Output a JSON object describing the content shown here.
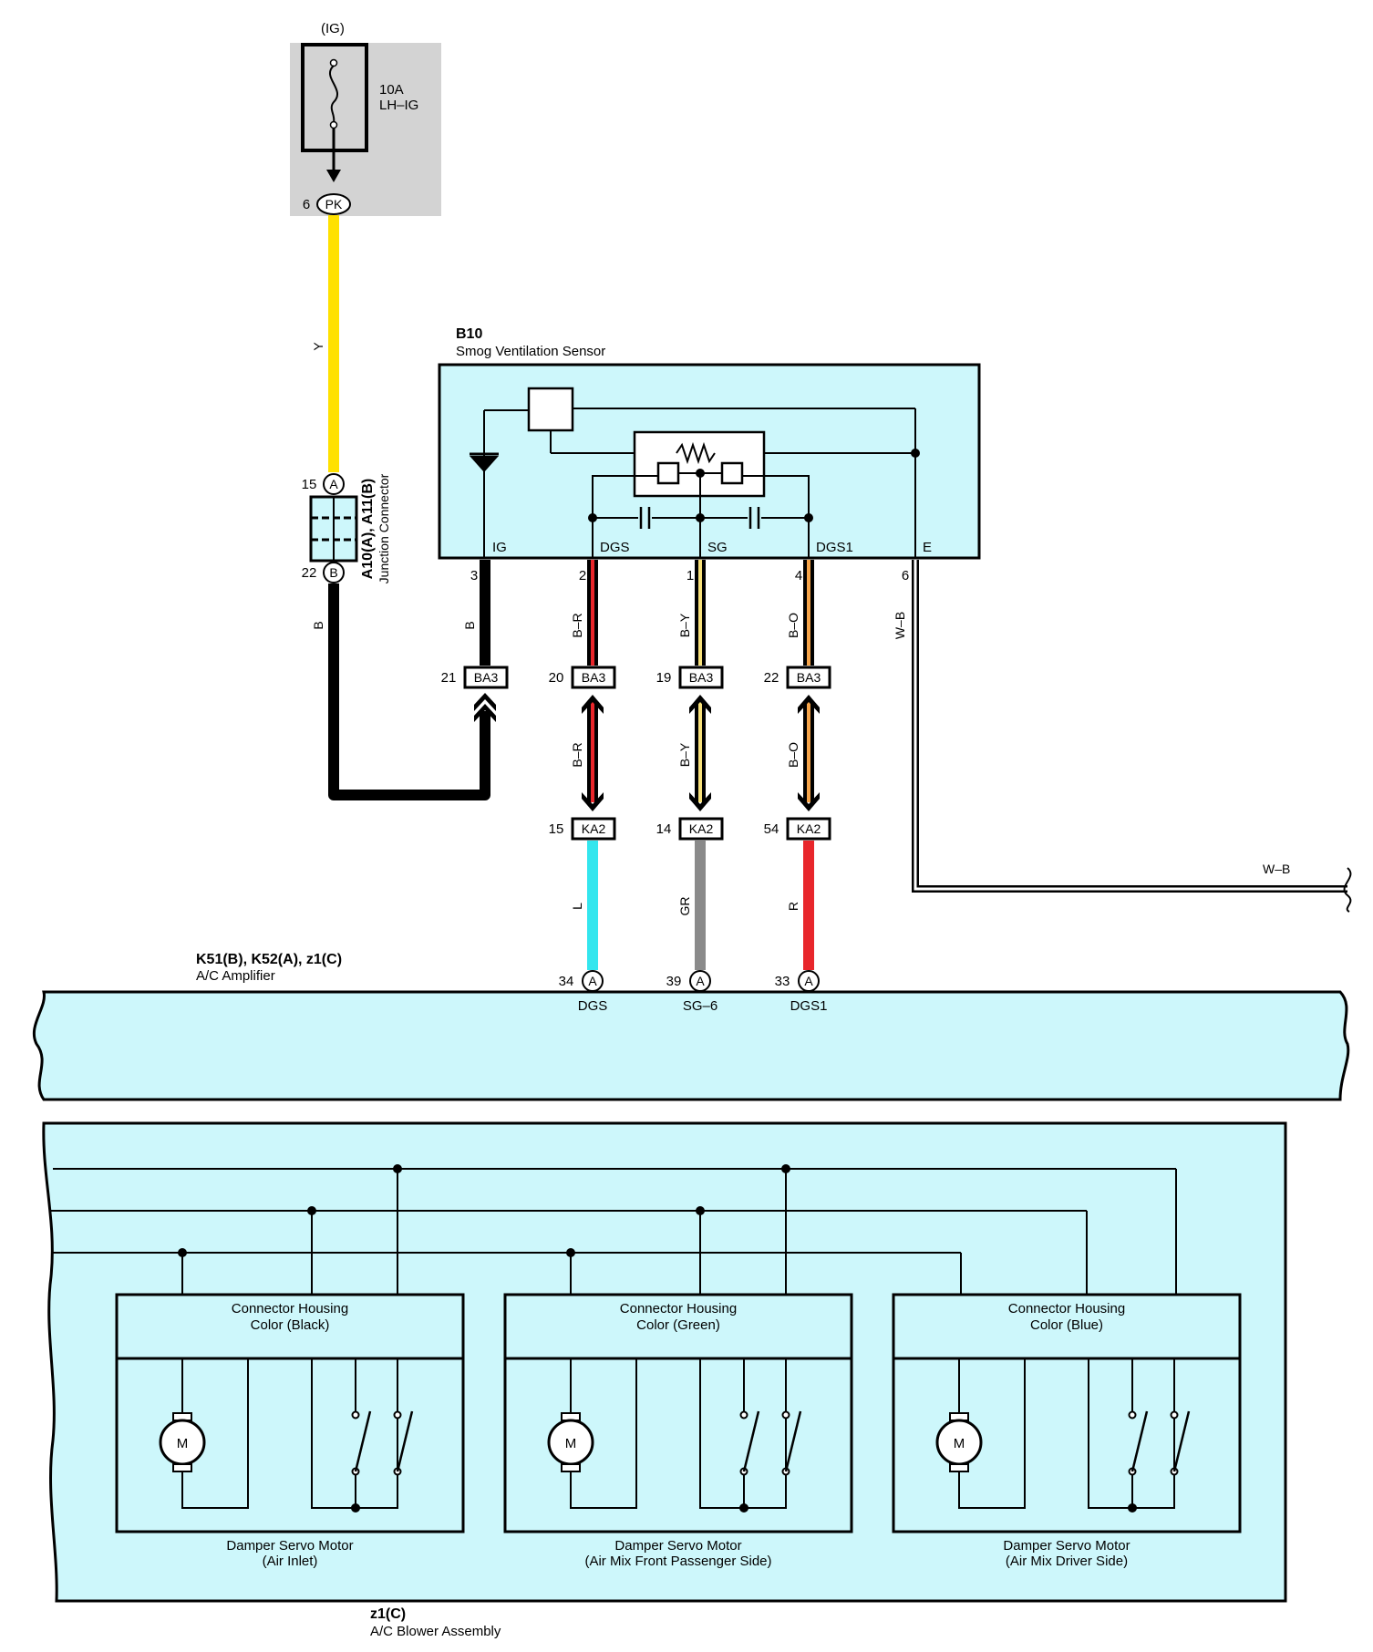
{
  "fuse": {
    "supply": "(IG)",
    "rating": "10A",
    "name": "LH–IG",
    "pin": "6",
    "connector": "PK"
  },
  "junction": {
    "id": "A10(A), A11(B)",
    "name": "Junction Connector",
    "pin_top": "15",
    "pin_top_code": "A",
    "pin_bottom": "22",
    "pin_bottom_code": "B"
  },
  "sensor": {
    "id": "B10",
    "name": "Smog Ventilation Sensor",
    "terminals": [
      "IG",
      "DGS",
      "SG",
      "DGS1",
      "E"
    ],
    "pins": [
      "3",
      "2",
      "1",
      "4",
      "6"
    ]
  },
  "wires": {
    "fuse_to_junction": "Y",
    "junction_to_ba3": "B",
    "ig_wire": "B",
    "dgs_wire": "B–R",
    "sg_wire": "B–Y",
    "dgs1_wire": "B–O",
    "ground_wire": "W–B",
    "ground_wire_end": "W–B",
    "dgs_wire_lower": "B–R",
    "sg_wire_lower": "B–Y",
    "dgs1_wire_lower": "B–O",
    "dgs_amp": "L",
    "sg_amp": "GR",
    "dgs1_amp": "R"
  },
  "ba3": {
    "code": "BA3",
    "pins": [
      "21",
      "20",
      "19",
      "22"
    ]
  },
  "ka2": {
    "code": "KA2",
    "pins": [
      "15",
      "14",
      "54"
    ]
  },
  "amplifier": {
    "id": "K51(B), K52(A), z1(C)",
    "name": "A/C Amplifier",
    "pin_code": "A",
    "pins": [
      "34",
      "39",
      "33"
    ],
    "terminals": [
      "DGS",
      "SG–6",
      "DGS1"
    ]
  },
  "blower": {
    "id": "z1(C)",
    "name": "A/C Blower Assembly",
    "housing_label": "Connector Housing",
    "motor_symbol": "M",
    "motors": [
      {
        "color": "Color (Black)",
        "title": "Damper Servo Motor",
        "subtitle": "(Air Inlet)"
      },
      {
        "color": "Color (Green)",
        "title": "Damper Servo Motor",
        "subtitle": "(Air Mix Front Passenger Side)"
      },
      {
        "color": "Color (Blue)",
        "title": "Damper Servo Motor",
        "subtitle": "(Air Mix Driver Side)"
      }
    ]
  },
  "colors": {
    "panel_fill": "#cdf7fb",
    "fuse_box": "#d3d3d3",
    "yellow": "#ffe100",
    "black": "#000000",
    "red": "#e8262b",
    "cyan": "#33e6ee",
    "gray": "#8a8a8a",
    "orange": "#f5a44a",
    "light_yellow": "#f7e07a"
  }
}
